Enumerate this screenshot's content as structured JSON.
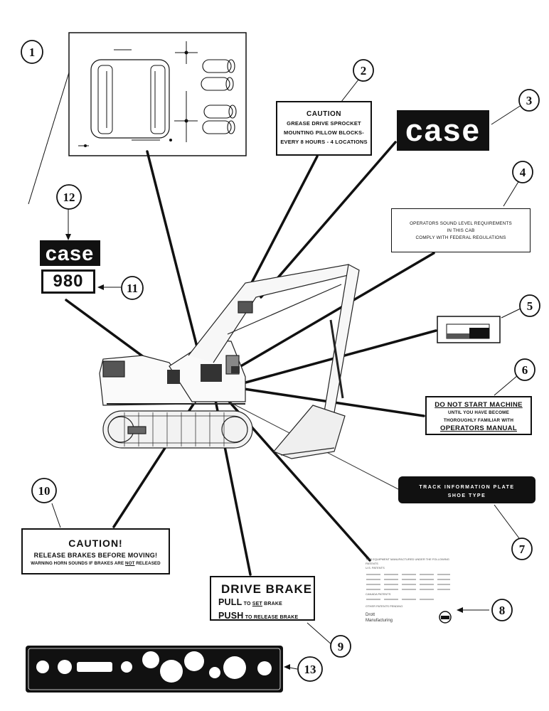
{
  "callouts": [
    {
      "id": "callout-1",
      "label": "1"
    },
    {
      "id": "callout-2",
      "label": "2"
    },
    {
      "id": "callout-3",
      "label": "3"
    },
    {
      "id": "callout-4",
      "label": "4"
    },
    {
      "id": "callout-5",
      "label": "5"
    },
    {
      "id": "callout-6",
      "label": "6"
    },
    {
      "id": "callout-7",
      "label": "7"
    },
    {
      "id": "callout-8",
      "label": "8"
    },
    {
      "id": "callout-9",
      "label": "9"
    },
    {
      "id": "callout-10",
      "label": "10"
    },
    {
      "id": "callout-11",
      "label": "11"
    },
    {
      "id": "callout-12",
      "label": "12"
    },
    {
      "id": "callout-13",
      "label": "13"
    }
  ],
  "decal_2": {
    "title": "CAUTION",
    "line1": "GREASE DRIVE SPROCKET",
    "line2": "MOUNTING PILLOW BLOCKS-",
    "line3": "EVERY 8 HOURS - 4 LOCATIONS"
  },
  "decal_3": {
    "text": "case"
  },
  "decal_4": {
    "line1": "OPERATORS SOUND LEVEL REQUIREMENTS",
    "line2": "IN THIS CAB",
    "line3": "COMPLY WITH FEDERAL REGULATIONS"
  },
  "decal_6": {
    "line1": "DO NOT START MACHINE",
    "line2": "UNTIL YOU HAVE BECOME",
    "line3": "THOROUGHLY FAMILIAR WITH",
    "line4": "OPERATORS MANUAL"
  },
  "decal_7": {
    "line1": "TRACK INFORMATION PLATE",
    "line2": "SHOE TYPE"
  },
  "decal_8": {
    "header": "THIS EQUIPMENT MANUFACTURED UNDER THE FOLLOWING PATENTS",
    "subheader": "U.S. PATENTS",
    "canada": "CANADA PATENTS",
    "other": "OTHER PATENTS PENDING",
    "company_line1": "Drott",
    "company_line2": "Manufacturing"
  },
  "decal_9": {
    "title": "DRIVE BRAKE",
    "pull": "PULL",
    "to_set": "TO",
    "set": "SET",
    "brake_1": "BRAKE",
    "push": "PUSH",
    "to_release": "TO",
    "release": "RELEASE",
    "brake_2": "BRAKE"
  },
  "decal_10": {
    "title": "CAUTION!",
    "line1": "RELEASE BRAKES BEFORE MOVING!",
    "line2_a": "WARNING HORN SOUNDS IF BRAKES ARE",
    "line2_not": "NOT",
    "line2_b": "RELEASED"
  },
  "decal_11": {
    "text": "980"
  },
  "decal_12": {
    "text": "case"
  }
}
